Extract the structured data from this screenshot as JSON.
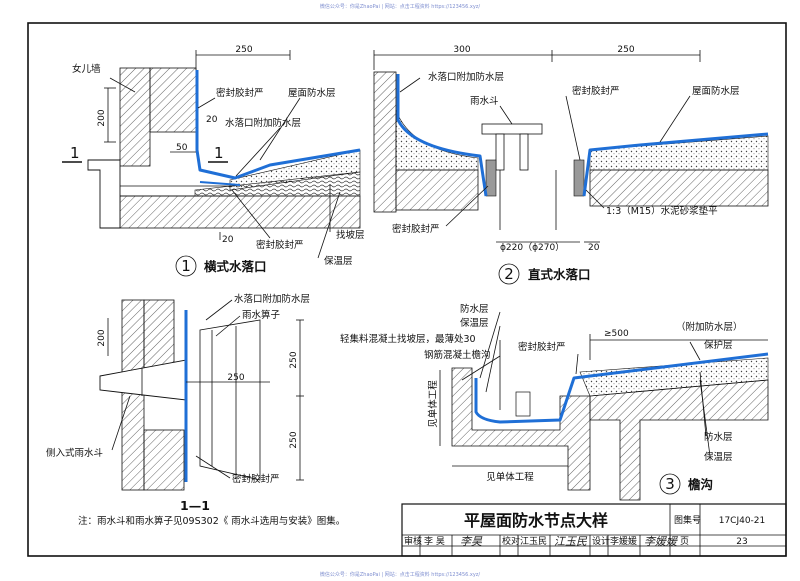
{
  "watermark": {
    "top": "微信公众号：你是ZhaoPai | 网站：点击工程资料 https://123456.xyz/",
    "bottom": "微信公众号：你是ZhaoPai | 网站：点击工程资料 https://123456.xyz/"
  },
  "detail1": {
    "number": "1",
    "title": "横式水落口",
    "labels": {
      "parapet": "女儿墙",
      "sealant_top": "密封胶封严",
      "roof_waterproof": "屋面防水层",
      "drain_extra": "水落口附加防水层",
      "sealant_bottom": "密封胶封严",
      "slope_layer": "找坡层",
      "insulation": "保温层",
      "section_mark": "1"
    },
    "dims": {
      "d250": "250",
      "d200": "200",
      "d20a": "20",
      "d50": "50",
      "d20b": "20"
    }
  },
  "detail2": {
    "number": "2",
    "title": "直式水落口",
    "labels": {
      "drain_extra": "水落口附加防水层",
      "drain_bucket": "雨水斗",
      "sealant_top": "密封胶封严",
      "roof_waterproof": "屋面防水层",
      "sealant_bottom": "密封胶封严",
      "mortar": "1:3（M15）水泥砂浆垫平"
    },
    "dims": {
      "d300": "300",
      "d250": "250",
      "dia": "ϕ220（ϕ270）",
      "d20": "20"
    }
  },
  "section11": {
    "title": "1—1",
    "labels": {
      "drain_extra": "水落口附加防水层",
      "grate": "雨水箅子",
      "side_drain": "侧入式雨水斗",
      "sealant": "密封胶封严"
    },
    "dims": {
      "d200": "200",
      "d250a": "250",
      "d250b": "250",
      "d250c": "250"
    }
  },
  "detail3": {
    "number": "3",
    "title": "檐沟",
    "labels": {
      "waterproof": "防水层",
      "insulation": "保温层",
      "lightweight": "轻集料混凝土找坡层，最薄处30",
      "rc_gutter": "钢筋混凝土檐沟",
      "sealant": "密封胶封严",
      "extra": "（附加防水层）",
      "protection": "保护层",
      "waterproof2": "防水层",
      "insulation2": "保温层",
      "see_unit_v": "见单体工程",
      "see_unit_h": "见单体工程"
    },
    "dims": {
      "d500": "≥500"
    }
  },
  "note": "注：雨水斗和雨水箅子见09S302《 雨水斗选用与安装》图集。",
  "titleblock": {
    "title": "平屋面防水节点大样",
    "atlas_label": "图集号",
    "atlas_no": "17CJ40-21",
    "review_label": "审核",
    "reviewer": "李 昊",
    "reviewer_sig": "李昊",
    "check_label": "校对",
    "checker": "江玉民",
    "checker_sig": "江玉民",
    "design_label": "设计",
    "designer": "李媛媛",
    "designer_sig": "李媛媛",
    "page_label": "页",
    "page_no": "23"
  },
  "colors": {
    "membrane": "#1f6fd6",
    "line": "#111111"
  }
}
